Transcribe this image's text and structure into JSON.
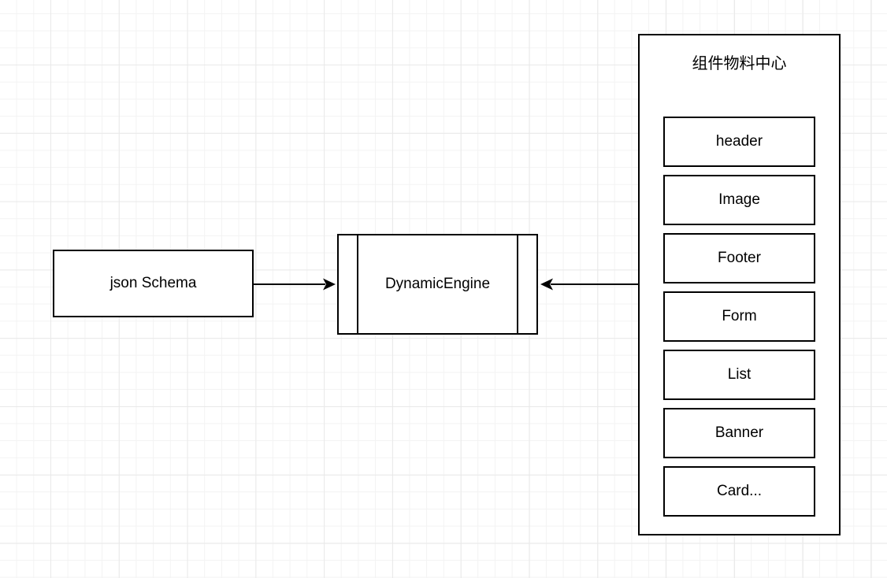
{
  "diagram": {
    "stroke_color": "#000000",
    "fill_color": "#ffffff",
    "grid": {
      "minor_color": "#f3f3f3",
      "major_color": "#e9e9e9"
    }
  },
  "nodes": {
    "json_schema": {
      "label": "json Schema"
    },
    "dynamic_engine": {
      "label": "DynamicEngine"
    },
    "materials": {
      "title": "组件物料中心",
      "items": [
        "header",
        "Image",
        "Footer",
        "Form",
        "List",
        "Banner",
        "Card..."
      ]
    }
  },
  "edges": [
    {
      "from": "json Schema",
      "to": "DynamicEngine",
      "arrow": "into-left-side"
    },
    {
      "from": "组件物料中心",
      "to": "DynamicEngine",
      "arrow": "into-right-side"
    }
  ]
}
